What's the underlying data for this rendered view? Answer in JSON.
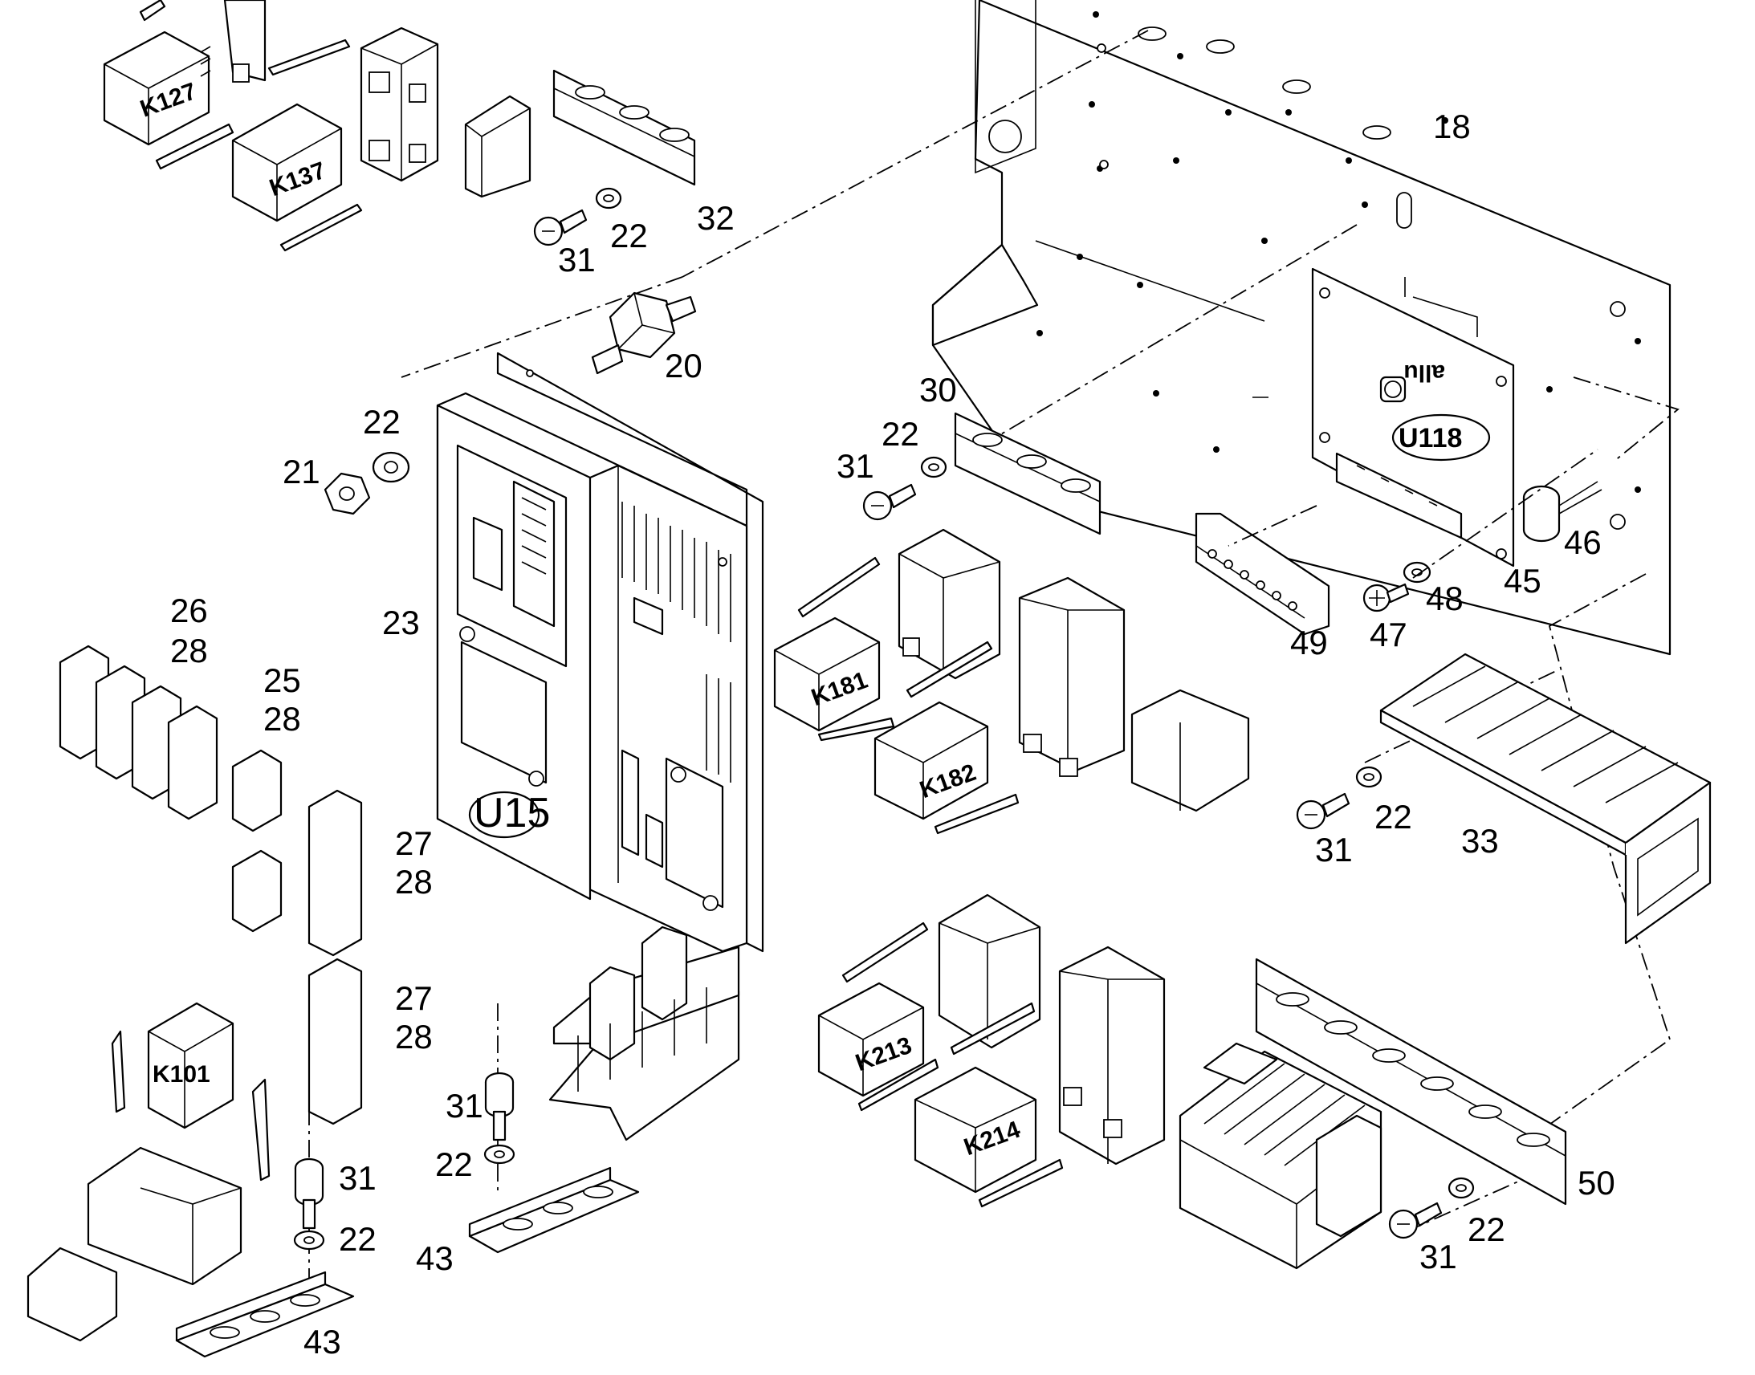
{
  "callouts": [
    {
      "id": "c18",
      "text": "18"
    },
    {
      "id": "c32",
      "text": "32"
    },
    {
      "id": "c22a",
      "text": "22"
    },
    {
      "id": "c31a",
      "text": "31"
    },
    {
      "id": "c20",
      "text": "20"
    },
    {
      "id": "c22b",
      "text": "22"
    },
    {
      "id": "c21",
      "text": "21"
    },
    {
      "id": "c23",
      "text": "23"
    },
    {
      "id": "c30",
      "text": "30"
    },
    {
      "id": "c22c",
      "text": "22"
    },
    {
      "id": "c31b",
      "text": "31"
    },
    {
      "id": "c46",
      "text": "46"
    },
    {
      "id": "c45",
      "text": "45"
    },
    {
      "id": "c48",
      "text": "48"
    },
    {
      "id": "c47",
      "text": "47"
    },
    {
      "id": "c49",
      "text": "49"
    },
    {
      "id": "c26",
      "text": "26"
    },
    {
      "id": "c28a",
      "text": "28"
    },
    {
      "id": "c25",
      "text": "25"
    },
    {
      "id": "c28b",
      "text": "28"
    },
    {
      "id": "c27a",
      "text": "27"
    },
    {
      "id": "c28c",
      "text": "28"
    },
    {
      "id": "c27b",
      "text": "27"
    },
    {
      "id": "c28d",
      "text": "28"
    },
    {
      "id": "c22d",
      "text": "22"
    },
    {
      "id": "c31c",
      "text": "31"
    },
    {
      "id": "c33",
      "text": "33"
    },
    {
      "id": "c31d",
      "text": "31"
    },
    {
      "id": "c22e",
      "text": "22"
    },
    {
      "id": "c43a",
      "text": "43"
    },
    {
      "id": "c31e",
      "text": "31"
    },
    {
      "id": "c22f",
      "text": "22"
    },
    {
      "id": "c43b",
      "text": "43"
    },
    {
      "id": "c50",
      "text": "50"
    },
    {
      "id": "c22g",
      "text": "22"
    },
    {
      "id": "c31f",
      "text": "31"
    }
  ],
  "component_labels": {
    "k127": "K127",
    "k137": "K137",
    "k181": "K181",
    "k182": "K182",
    "k213": "K213",
    "k214": "K214",
    "k101": "K101",
    "u15": "U15",
    "u118": "U118",
    "board_mark": "allu"
  }
}
